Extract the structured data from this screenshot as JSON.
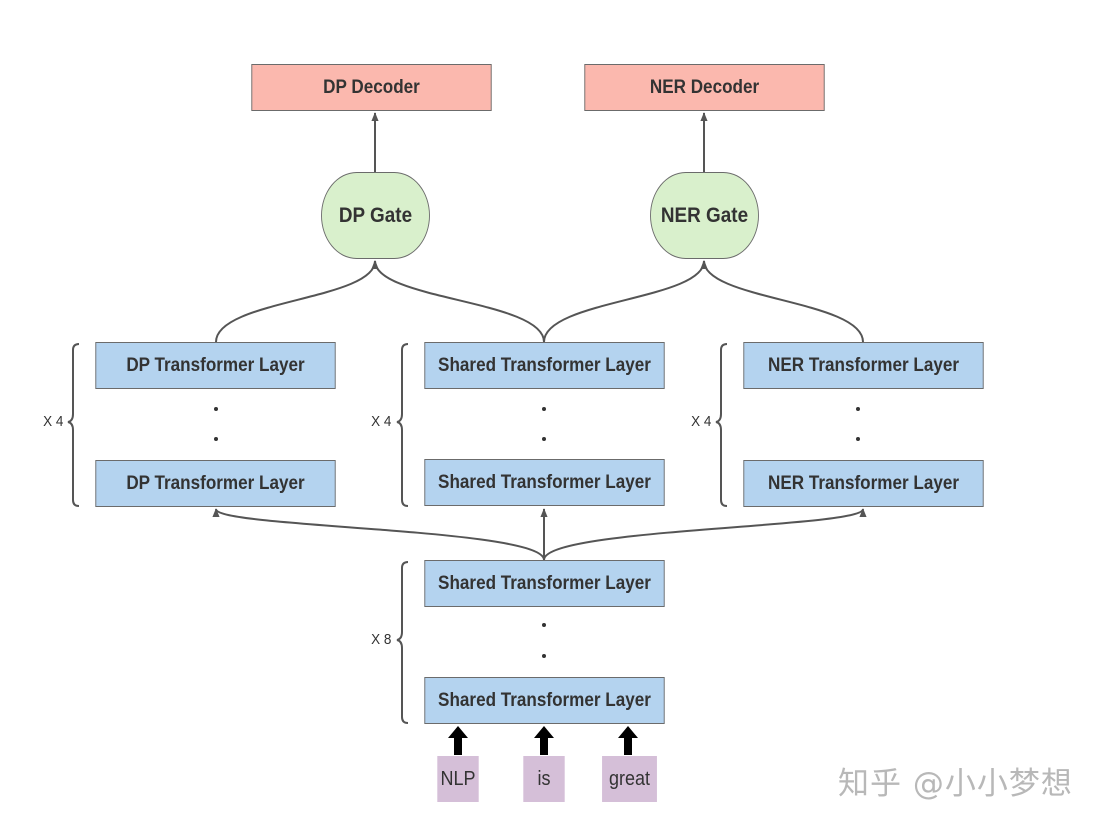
{
  "decoders": {
    "dp": "DP Decoder",
    "ner": "NER Decoder"
  },
  "gates": {
    "dp": "DP Gate",
    "ner": "NER Gate"
  },
  "stacks": {
    "dp": {
      "top": "DP Transformer Layer",
      "bottom": "DP Transformer Layer",
      "multiplier": "X 4"
    },
    "shared_task": {
      "top": "Shared Transformer Layer",
      "bottom": "Shared Transformer Layer",
      "multiplier": "X 4"
    },
    "ner": {
      "top": "NER Transformer Layer",
      "bottom": "NER Transformer Layer",
      "multiplier": "X 4"
    },
    "shared_base": {
      "top": "Shared Transformer Layer",
      "bottom": "Shared Transformer Layer",
      "multiplier": "X 8"
    }
  },
  "tokens": [
    "NLP",
    "is",
    "great"
  ],
  "watermark": "知乎 @小小梦想",
  "colors": {
    "decoder": "#fbb8ae",
    "gate": "#d9f0cc",
    "layer": "#b4d3ef",
    "token": "#d5bfd8",
    "edge": "#555555"
  }
}
